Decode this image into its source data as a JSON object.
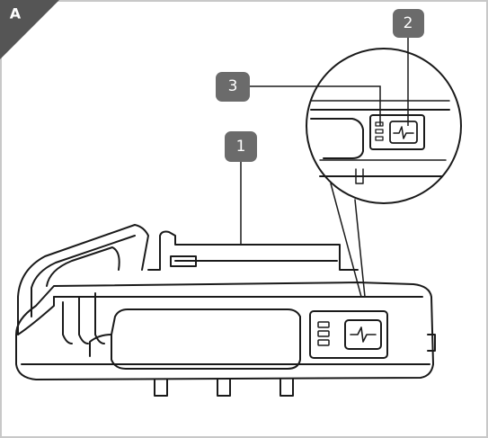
{
  "figure": {
    "corner_label": "A",
    "callouts": [
      {
        "id": "1",
        "label": "1"
      },
      {
        "id": "2",
        "label": "2"
      },
      {
        "id": "3",
        "label": "3"
      }
    ]
  },
  "colors": {
    "badge": "#6b6b6b",
    "corner": "#555555",
    "line": "#1a1a1a",
    "frame": "#c8c8c8"
  }
}
